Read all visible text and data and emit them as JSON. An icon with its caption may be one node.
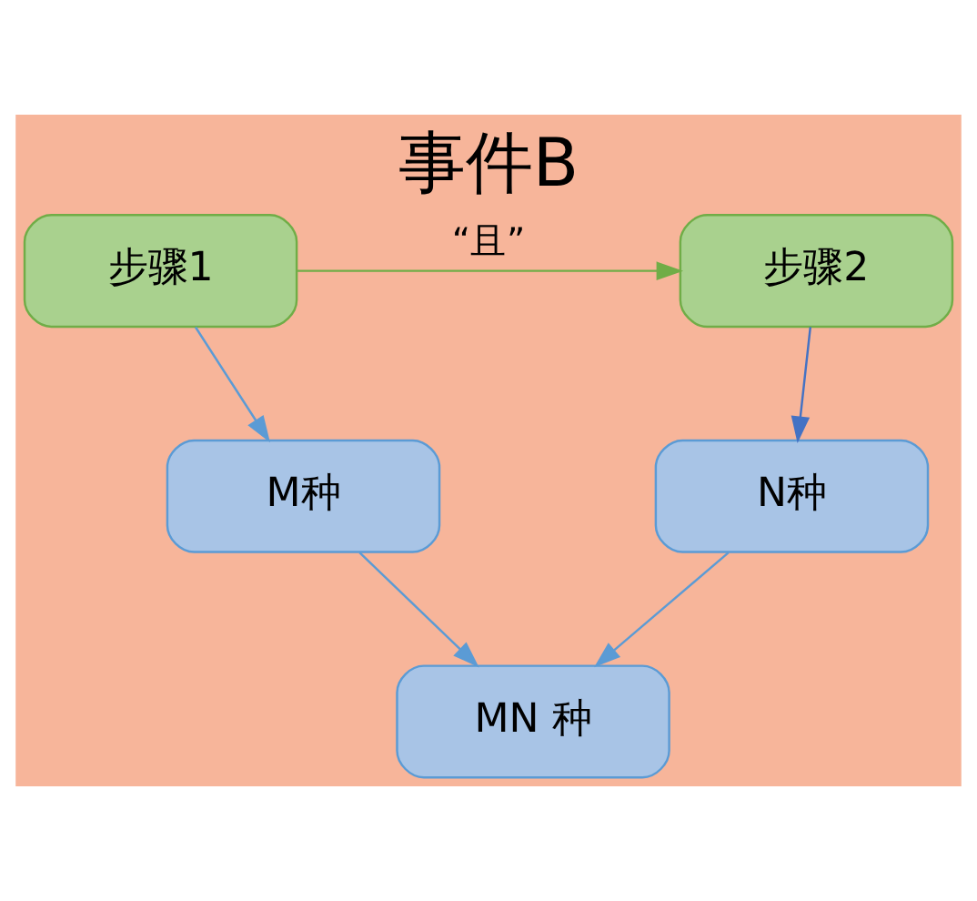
{
  "diagram": {
    "title": "事件B",
    "nodes": [
      {
        "text": [
          "步骤1"
        ]
      },
      {
        "text": [
          "步骤2"
        ]
      },
      {
        "text": [
          "M种"
        ]
      },
      {
        "text": [
          "N种"
        ]
      },
      {
        "text": [
          "MN 种"
        ]
      }
    ],
    "edges": [
      {
        "from": 0,
        "to": 1,
        "arrow": "to",
        "label": "“且”",
        "color": "#70ad47"
      },
      {
        "from": 0,
        "to": 2,
        "arrow": "to"
      },
      {
        "from": 1,
        "to": 3,
        "arrow": "to",
        "color": "#4472c4"
      },
      {
        "from": 2,
        "to": 4,
        "arrow": "to"
      },
      {
        "from": 3,
        "to": 4,
        "arrow": "to"
      }
    ]
  }
}
